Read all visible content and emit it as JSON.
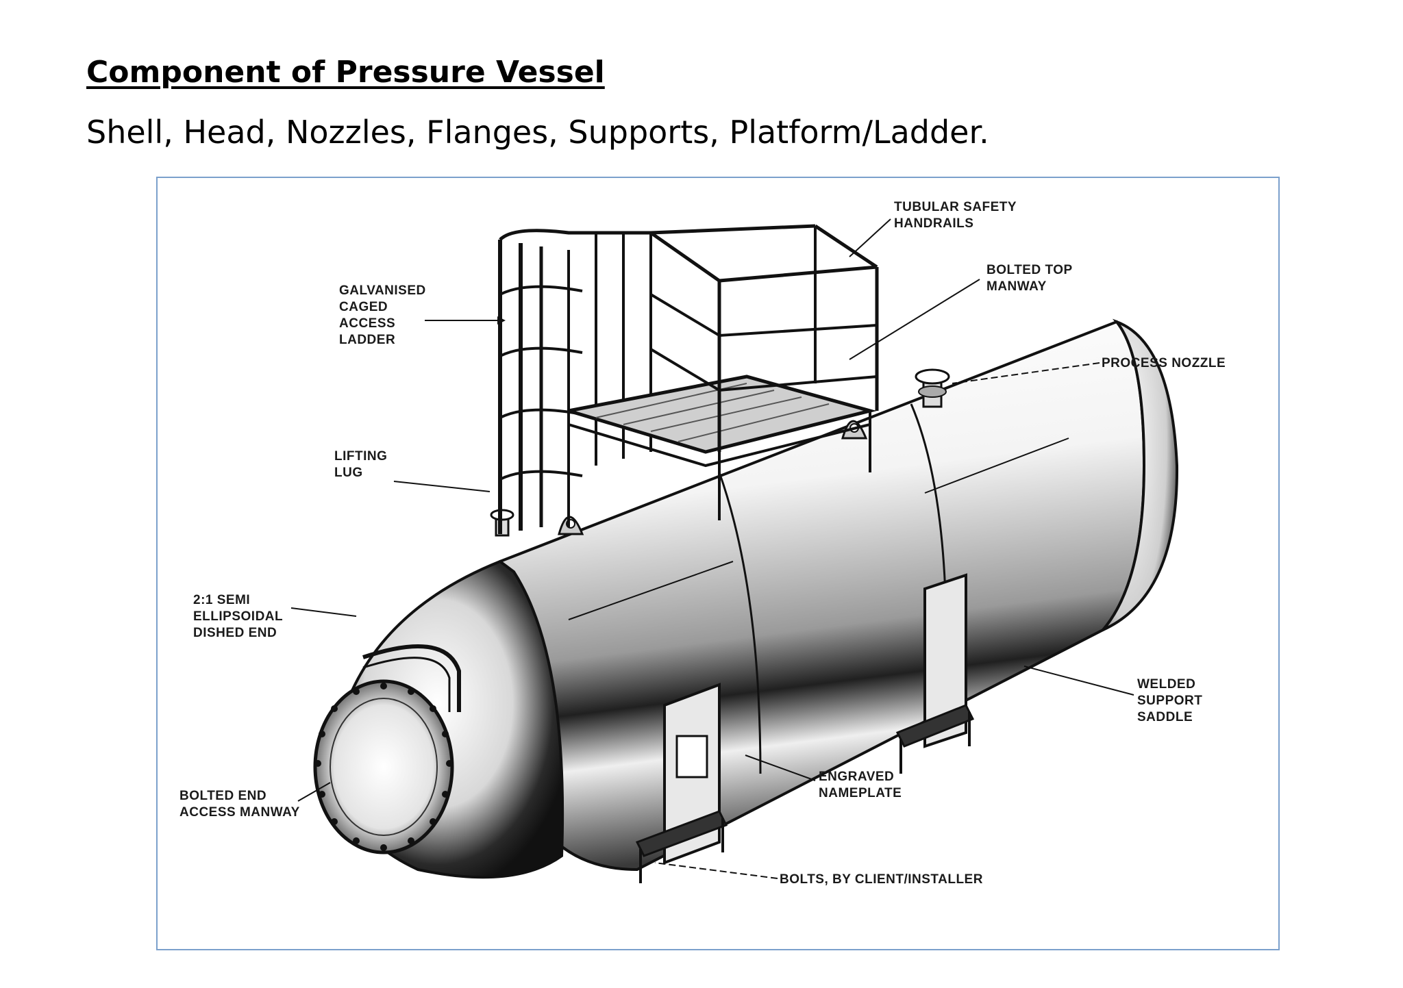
{
  "header": {
    "title": "Component of Pressure Vessel",
    "subtitle": "Shell, Head, Nozzles, Flanges, Supports, Platform/Ladder."
  },
  "diagram": {
    "labels": {
      "handrails": [
        "TUBULAR SAFETY",
        "HANDRAILS"
      ],
      "top_manway": [
        "BOLTED TOP",
        "MANWAY"
      ],
      "ladder": [
        "GALVANISED",
        "CAGED",
        "ACCESS",
        "LADDER"
      ],
      "process_nozzle": [
        "PROCESS NOZZLE"
      ],
      "lifting_lug": [
        "LIFTING",
        "LUG"
      ],
      "dished_end": [
        "2:1 SEMI",
        "ELLIPSOIDAL",
        "DISHED END"
      ],
      "support_saddle": [
        "WELDED",
        "SUPPORT",
        "SADDLE"
      ],
      "nameplate": [
        "ENGRAVED",
        "NAMEPLATE"
      ],
      "end_manway": [
        "BOLTED END",
        "ACCESS MANWAY"
      ],
      "bolts": [
        "BOLTS, BY CLIENT/INSTALLER"
      ]
    },
    "colors": {
      "frame_border": "#7ba0cc",
      "line": "#111111"
    }
  }
}
